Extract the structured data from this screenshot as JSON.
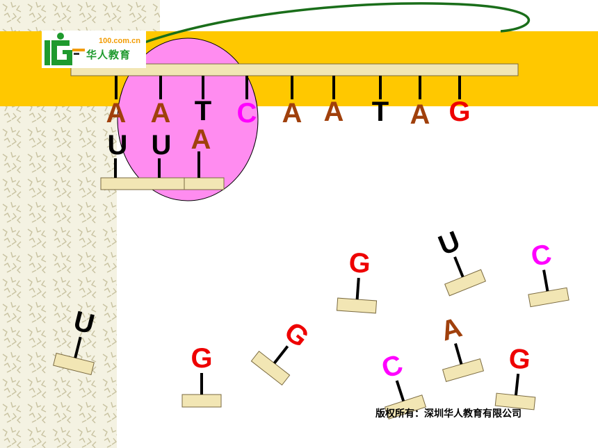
{
  "logo": {
    "domain_text": "100.com.cn",
    "brand_name": "华人教育"
  },
  "colors": {
    "band": "#ffc800",
    "cell_nucleus": "#ff8cf0",
    "strand": "#f2e6b4",
    "strand_border": "#7a6a40",
    "curve": "#1a6e1a",
    "A": "#a0400c",
    "T": "#000000",
    "U": "#000000",
    "C": "#ff00ff",
    "G": "#ee0000"
  },
  "dna_template": {
    "bases": [
      "A",
      "A",
      "T",
      "C",
      "A",
      "A",
      "T",
      "A",
      "G"
    ]
  },
  "rna_paired": {
    "bases": [
      "U",
      "U",
      "A"
    ]
  },
  "free_nucleotides": [
    {
      "base": "U"
    },
    {
      "base": "G"
    },
    {
      "base": "G"
    },
    {
      "base": "G"
    },
    {
      "base": "U"
    },
    {
      "base": "C"
    },
    {
      "base": "A"
    },
    {
      "base": "C"
    },
    {
      "base": "G"
    }
  ],
  "copyright": "版权所有：深圳华人教育有限公司"
}
